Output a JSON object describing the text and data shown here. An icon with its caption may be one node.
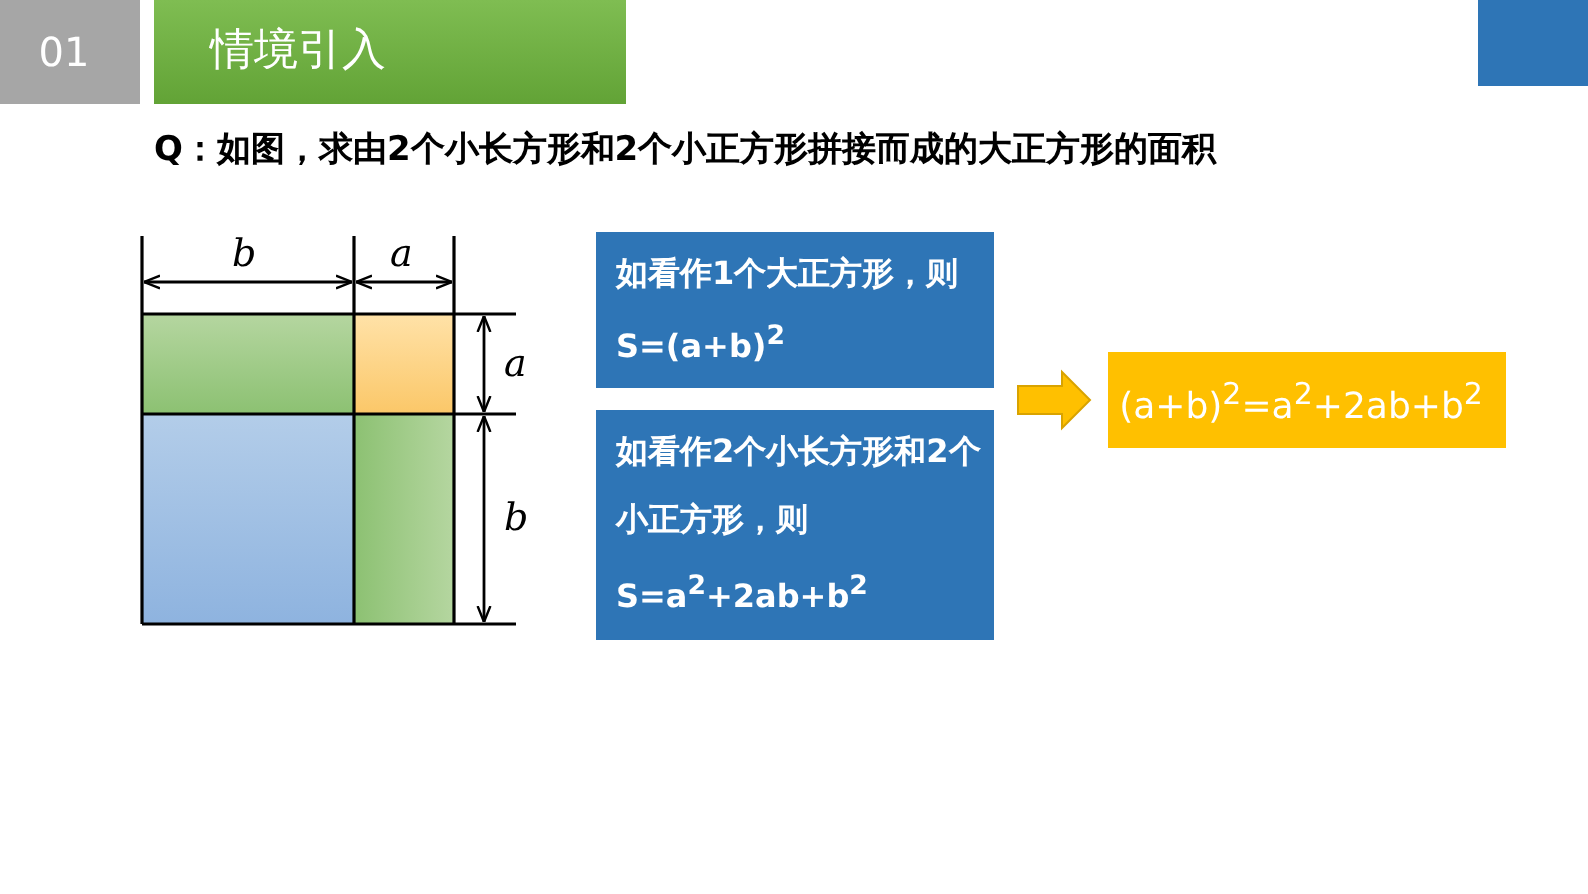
{
  "diagram": {
    "title": "Q：如图，求由2个小长方形和2个小正方形拼接而成的大正方形的面积",
    "nodes": [
      {
        "text": [
          "01"
        ]
      },
      {
        "text": [
          "情境引入"
        ]
      },
      {
        "text": [],
        "shape": "box"
      },
      {
        "text": [
          "如看作1个大正方形，则S=(a+b)$^{2}$"
        ]
      },
      {
        "text": [
          "如看作2个小长方形和2个小正方形，则S=a$^{2}$+2ab+b$^{2}$"
        ]
      },
      {
        "text": [
          "(a+b)$^{2}$=a$^{2}$+2ab+b$^{2}$"
        ]
      }
    ],
    "edges": [
      {
        "from": null,
        "to": 5,
        "arrow": "to"
      }
    ],
    "labels": [
      "b",
      "a",
      "a",
      "b"
    ]
  }
}
